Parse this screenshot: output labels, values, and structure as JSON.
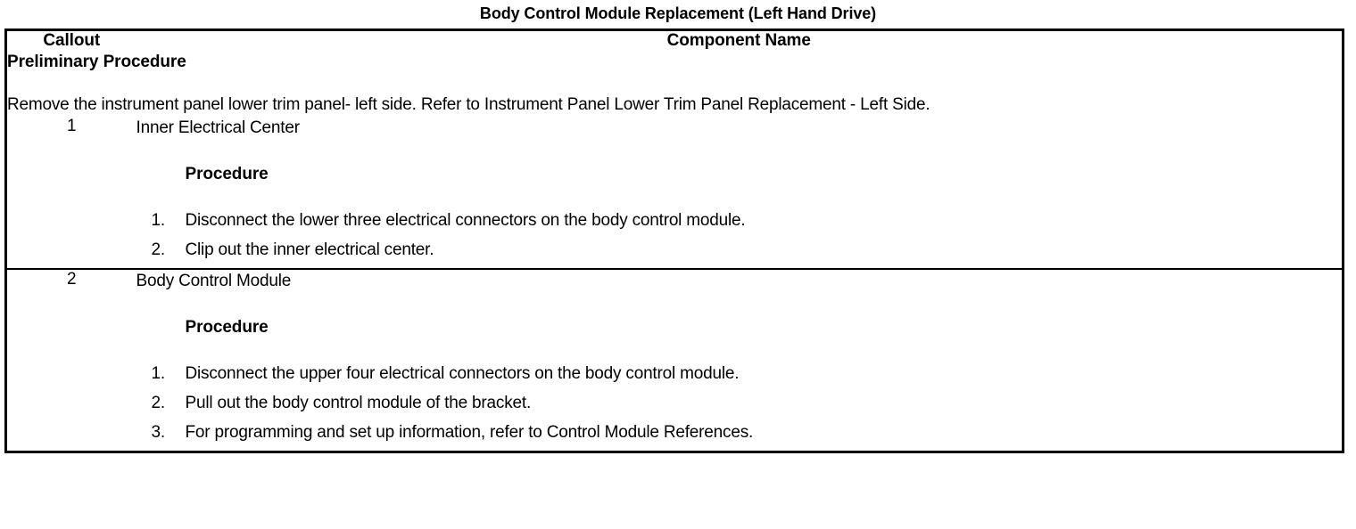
{
  "document": {
    "title": "Body Control Module Replacement (Left Hand Drive)"
  },
  "table": {
    "headers": {
      "callout": "Callout",
      "component_name": "Component Name"
    },
    "preliminary": {
      "heading": "Preliminary Procedure",
      "text": "Remove the instrument panel lower trim panel- left side. Refer to Instrument Panel Lower Trim Panel Replacement - Left Side."
    },
    "rows": [
      {
        "callout": "1",
        "component_name": "Inner Electrical Center",
        "procedure_label": "Procedure",
        "steps": [
          "Disconnect the lower three electrical connectors on the body control module.",
          "Clip out the inner electrical center."
        ]
      },
      {
        "callout": "2",
        "component_name": "Body Control Module",
        "procedure_label": "Procedure",
        "steps": [
          "Disconnect the upper four electrical connectors on the body control module.",
          "Pull out the body control module of the bracket.",
          "For programming and set up information, refer to Control Module References."
        ]
      }
    ]
  },
  "colors": {
    "text": "#000000",
    "border": "#000000",
    "background": "#ffffff"
  }
}
